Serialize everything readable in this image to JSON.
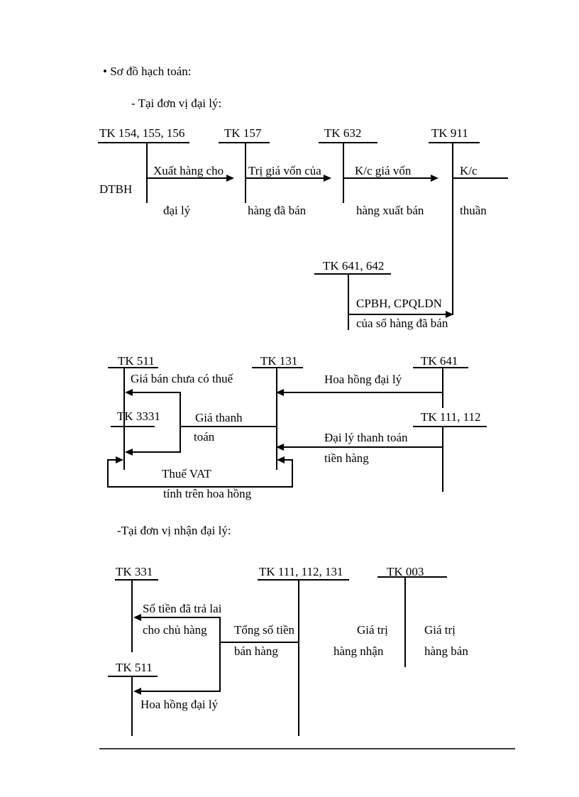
{
  "colors": {
    "ink": "#000000",
    "paper": "#ffffff",
    "footer_rule": "#3a3a3a"
  },
  "header": {
    "bullet_title": "• Sơ đồ hạch toán:",
    "section1_title": "- Tại đơn vị đại lý:",
    "section2_title": "-Tại đơn vị nhận đại lý:"
  },
  "diagram1": {
    "tk154": "TK 154, 155, 156",
    "tk157": "TK 157",
    "tk632": "TK 632",
    "tk911": "TK 911",
    "tk641_642": "TK 641, 642",
    "dtbh": "DTBH",
    "flow1_top": "Xuất hàng cho",
    "flow1_bottom": "đại lý",
    "flow2_top": "Trị giá vốn của",
    "flow2_bottom": "hàng đã bán",
    "flow3_top": "K/c giá vốn",
    "flow3_bottom": "hàng xuất bán",
    "kc_top": "K/c",
    "kc_bottom": "thuần",
    "cpbh_top": "CPBH, CPQLDN",
    "cpbh_bottom": "của số hàng đã bán"
  },
  "diagram2": {
    "tk511": "TK 511",
    "tk131": "TK 131",
    "tk641": "TK 641",
    "tk3331": "TK 3331",
    "tk111_112": "TK 111, 112",
    "gia_ban": "Giá bán chưa có thuế",
    "hoa_hong": "Hoa hồng đại lý",
    "gia_thanh": "Giá thanh",
    "toan": "toán",
    "dai_ly_thanh_toan": "Đại lý thanh toán",
    "tien_hang": "tiền hàng",
    "thue_vat": "Thuế VAT",
    "tinh_tren_hoa_hong": "tính trên hoa hồng"
  },
  "diagram3": {
    "tk331": "TK 331",
    "tk111_112_131": "TK 111, 112, 131",
    "tk003": "TK 003",
    "tk511": "TK 511",
    "so_tien": "Số tiền đã trả lai",
    "cho_chu_hang": "cho chủ hàng",
    "tong_so_tien": "Tổng số tiền",
    "ban_hang": "bán hàng",
    "gia_tri_nhan_top": "Giá trị",
    "gia_tri_nhan_bottom": "hàng nhận",
    "gia_tri_ban_top": "Giá trị",
    "gia_tri_ban_bottom": "hàng bán",
    "hoa_hong": "Hoa hồng đại lý"
  }
}
